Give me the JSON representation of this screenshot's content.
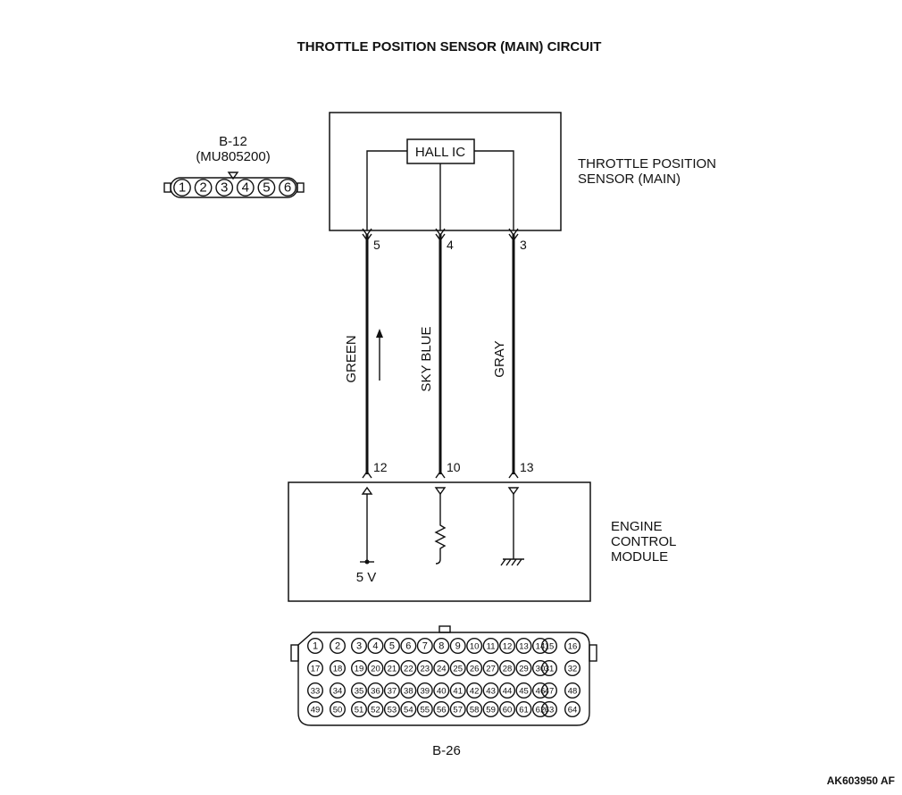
{
  "title": "THROTTLE POSITION SENSOR (MAIN) CIRCUIT",
  "sensor": {
    "name_line1": "THROTTLE POSITION",
    "name_line2": "SENSOR (MAIN)",
    "ic_label": "HALL IC"
  },
  "sensor_connector": {
    "id": "B-12",
    "part_number": "(MU805200)",
    "pins": [
      "1",
      "2",
      "3",
      "4",
      "5",
      "6"
    ]
  },
  "ecm": {
    "name_line1": "ENGINE",
    "name_line2": "CONTROL",
    "name_line3": "MODULE",
    "supply_label": "5 V"
  },
  "wires": [
    {
      "color": "GREEN",
      "sensor_pin": "5",
      "ecm_pin": "12"
    },
    {
      "color": "SKY BLUE",
      "sensor_pin": "4",
      "ecm_pin": "10"
    },
    {
      "color": "GRAY",
      "sensor_pin": "3",
      "ecm_pin": "13"
    }
  ],
  "ecm_connector": {
    "id": "B-26",
    "rows": [
      [
        "1",
        "2",
        "3",
        "4",
        "5",
        "6",
        "7",
        "8",
        "9",
        "10",
        "11",
        "12",
        "13",
        "14",
        "15",
        "16"
      ],
      [
        "17",
        "18",
        "19",
        "20",
        "21",
        "22",
        "23",
        "24",
        "25",
        "26",
        "27",
        "28",
        "29",
        "30",
        "31",
        "32"
      ],
      [
        "33",
        "34",
        "35",
        "36",
        "37",
        "38",
        "39",
        "40",
        "41",
        "42",
        "43",
        "44",
        "45",
        "46",
        "47",
        "48"
      ],
      [
        "49",
        "50",
        "51",
        "52",
        "53",
        "54",
        "55",
        "56",
        "57",
        "58",
        "59",
        "60",
        "61",
        "62",
        "63",
        "64"
      ]
    ]
  },
  "figure_code": "AK603950 AF"
}
